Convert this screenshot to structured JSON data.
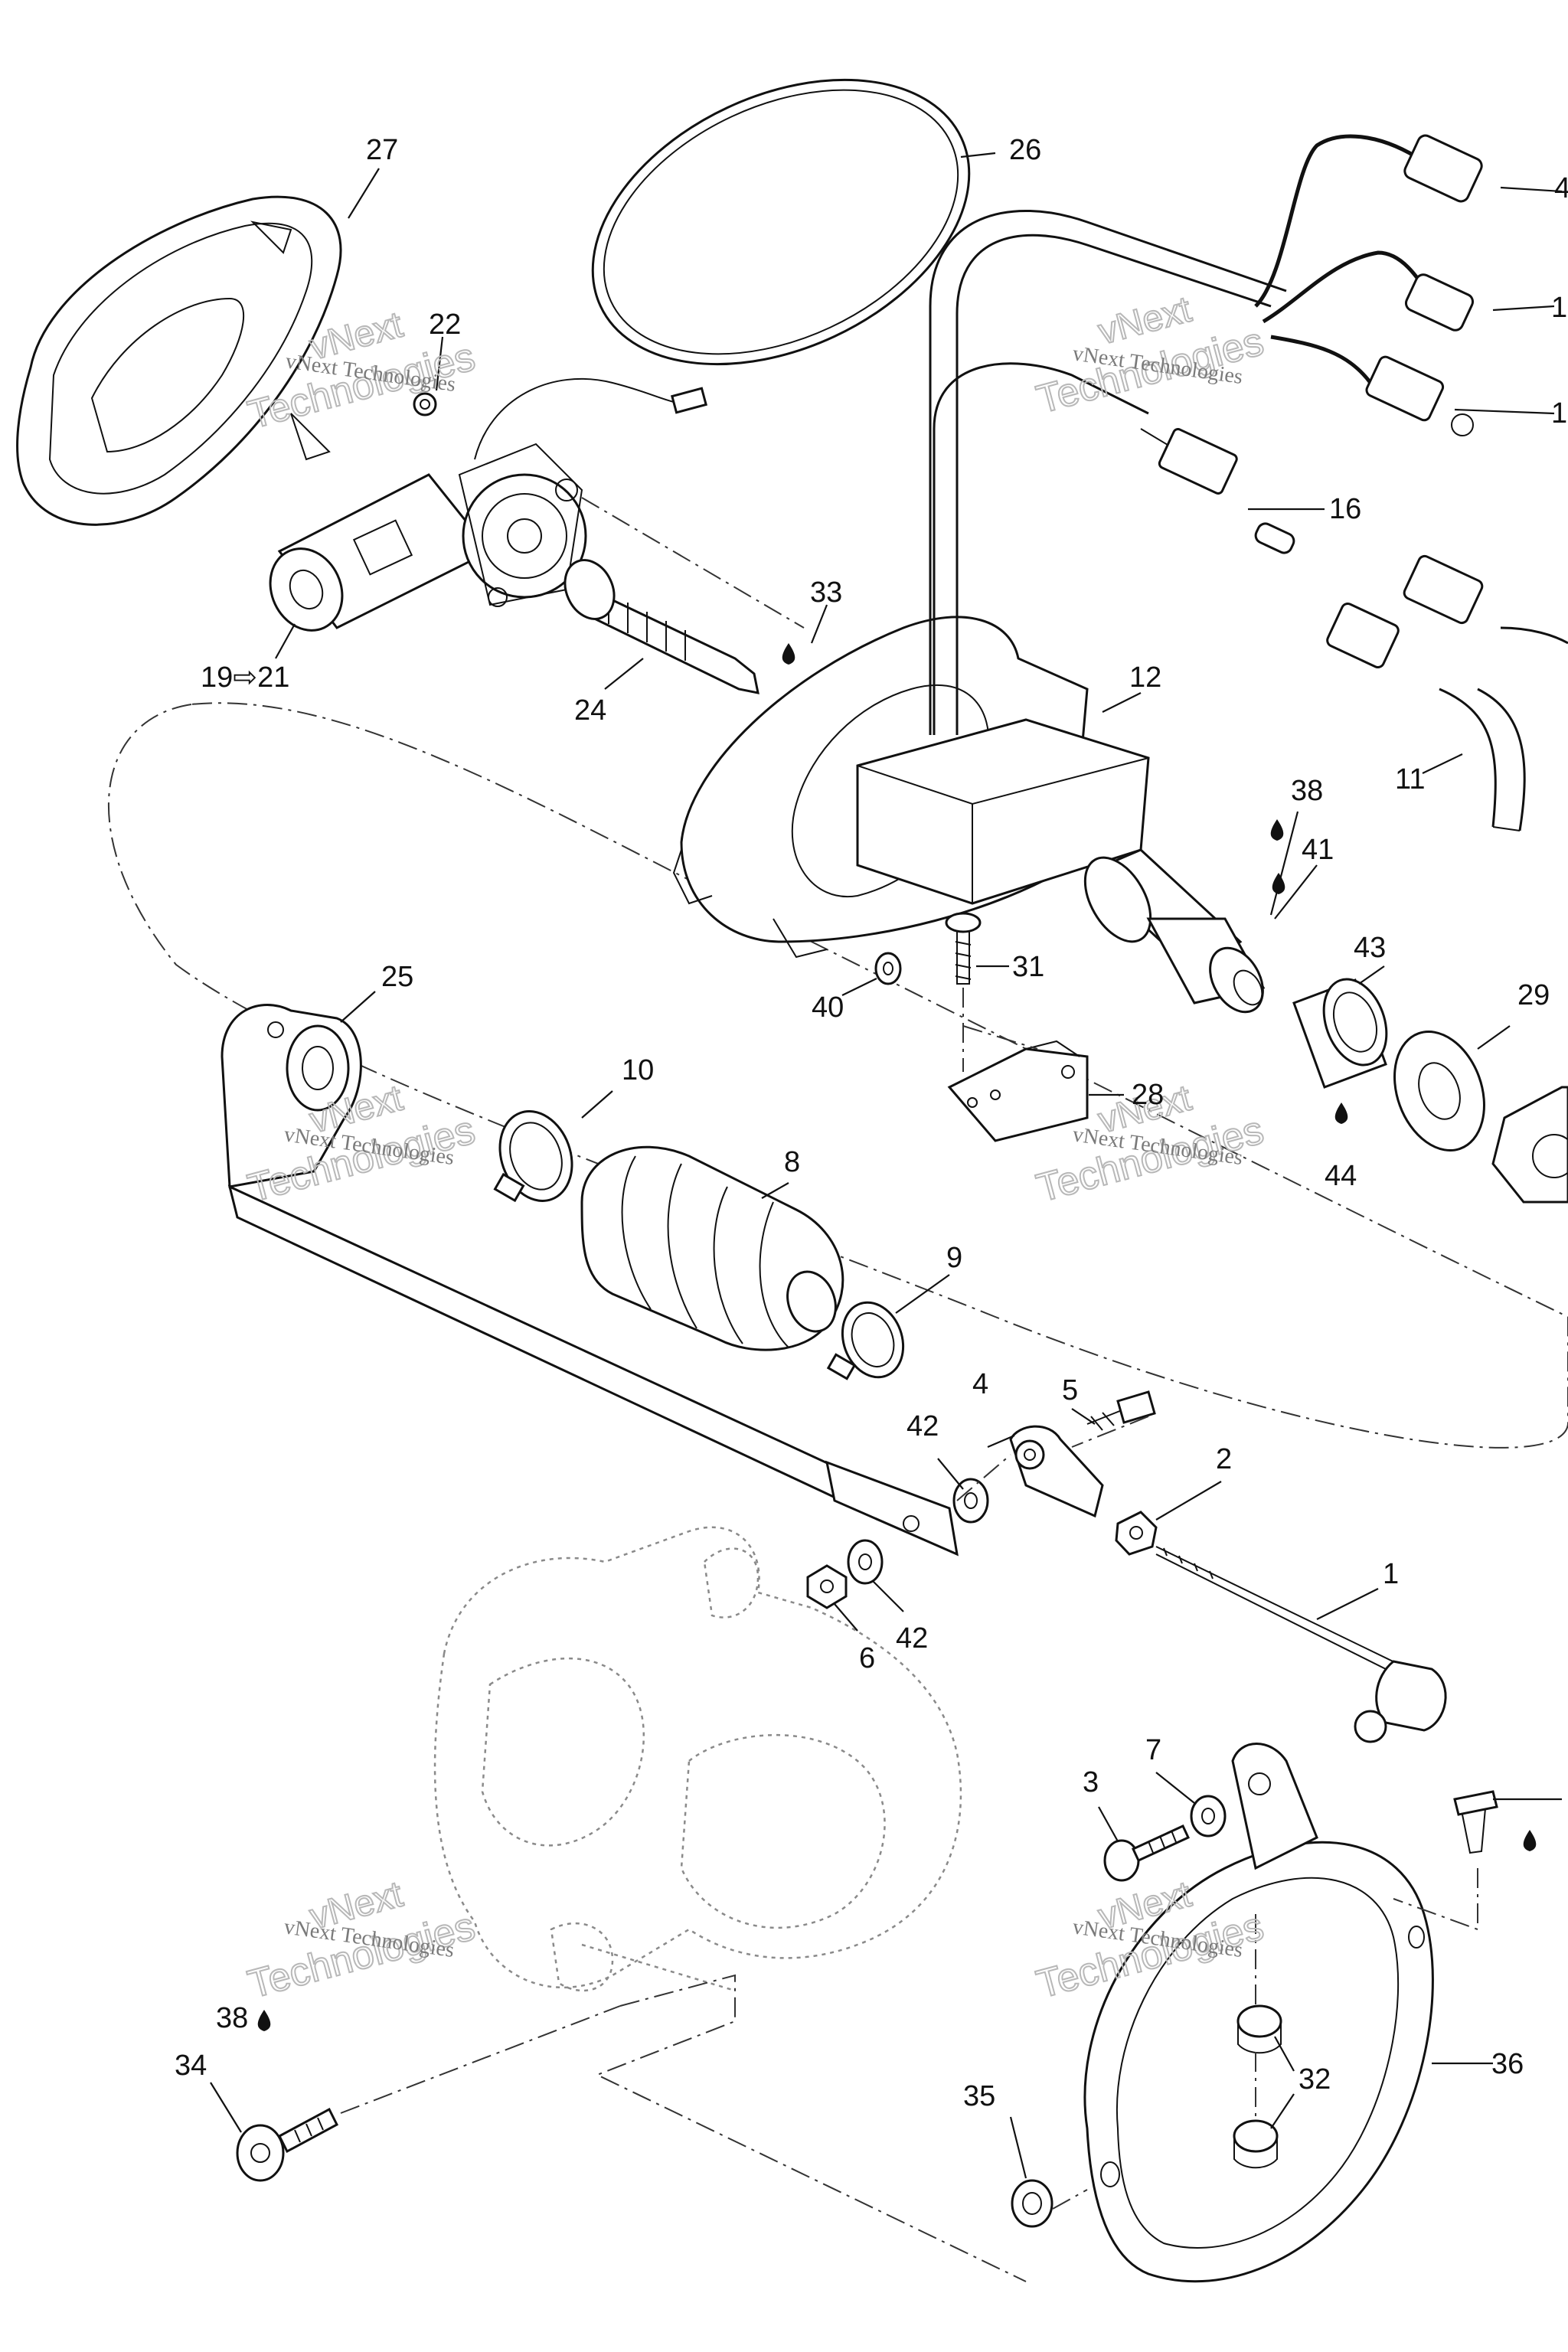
{
  "watermark": {
    "line1": "vNext Technologies",
    "big_top": "vNext",
    "big_bottom": "Technologies"
  },
  "callouts": [
    {
      "id": "c27",
      "text": "27"
    },
    {
      "id": "c26",
      "text": "26"
    },
    {
      "id": "c22",
      "text": "22"
    },
    {
      "id": "c19",
      "text": "19⇨21"
    },
    {
      "id": "c24",
      "text": "24"
    },
    {
      "id": "c33",
      "text": "33"
    },
    {
      "id": "c12",
      "text": "12"
    },
    {
      "id": "c16",
      "text": "16"
    },
    {
      "id": "c11",
      "text": "11"
    },
    {
      "id": "c4a",
      "text": "4"
    },
    {
      "id": "c1a",
      "text": "1"
    },
    {
      "id": "c1b",
      "text": "1"
    },
    {
      "id": "c38a",
      "text": "38"
    },
    {
      "id": "c41",
      "text": "41"
    },
    {
      "id": "c31",
      "text": "31"
    },
    {
      "id": "c40",
      "text": "40"
    },
    {
      "id": "c43",
      "text": "43"
    },
    {
      "id": "c29",
      "text": "29"
    },
    {
      "id": "c28",
      "text": "28"
    },
    {
      "id": "c44",
      "text": "44"
    },
    {
      "id": "c25",
      "text": "25"
    },
    {
      "id": "c10",
      "text": "10"
    },
    {
      "id": "c8",
      "text": "8"
    },
    {
      "id": "c9",
      "text": "9"
    },
    {
      "id": "c5",
      "text": "5"
    },
    {
      "id": "c4b",
      "text": "4"
    },
    {
      "id": "c42a",
      "text": "42"
    },
    {
      "id": "c2",
      "text": "2"
    },
    {
      "id": "c1c",
      "text": "1"
    },
    {
      "id": "c6",
      "text": "6"
    },
    {
      "id": "c42b",
      "text": "42"
    },
    {
      "id": "c7",
      "text": "7"
    },
    {
      "id": "c3",
      "text": "3"
    },
    {
      "id": "c34",
      "text": "34"
    },
    {
      "id": "c38b",
      "text": "38"
    },
    {
      "id": "c35",
      "text": "35"
    },
    {
      "id": "c32",
      "text": "32"
    },
    {
      "id": "c36",
      "text": "36"
    }
  ]
}
